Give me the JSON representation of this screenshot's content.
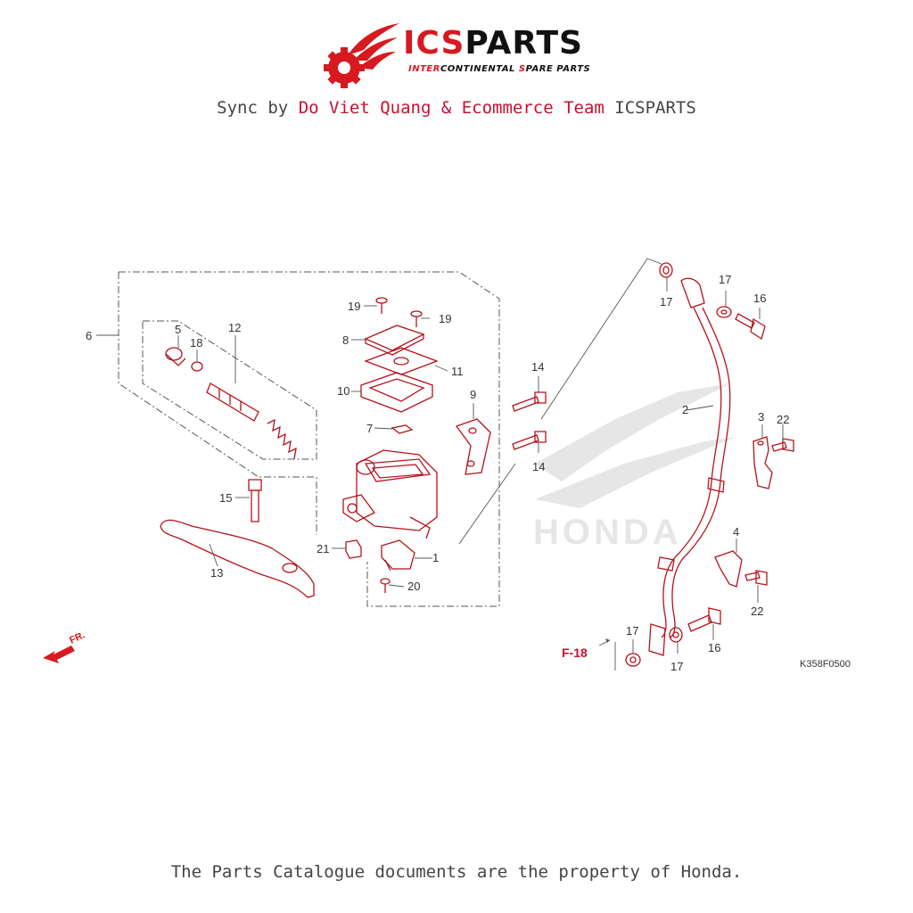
{
  "header": {
    "brand_red": "ICS",
    "brand_dark": "PARTS",
    "tagline_parts": [
      "INTER",
      "CONTINENTAL ",
      "S",
      "PARE PARTS"
    ],
    "sync_prefix": "Sync by ",
    "sync_author": "Do Viet Quang & Ecommerce Team",
    "sync_suffix": " ICSPARTS"
  },
  "diagram": {
    "code": "K358F0500",
    "front_label": "FR.",
    "ref": "F-18",
    "watermark": "HONDA",
    "callouts": {
      "c1": "1",
      "c2": "2",
      "c3": "3",
      "c4": "4",
      "c5": "5",
      "c6": "6",
      "c7": "7",
      "c8": "8",
      "c9": "9",
      "c10": "10",
      "c11": "11",
      "c12": "12",
      "c13": "13",
      "c14a": "14",
      "c14b": "14",
      "c15": "15",
      "c16a": "16",
      "c16b": "16",
      "c17a": "17",
      "c17b": "17",
      "c17c": "17",
      "c17d": "17",
      "c18": "18",
      "c19a": "19",
      "c19b": "19",
      "c20": "20",
      "c21": "21",
      "c22a": "22",
      "c22b": "22"
    }
  },
  "footer": {
    "text": "The Parts Catalogue documents are the property of Honda."
  },
  "colors": {
    "brand_red": "#d71920",
    "diagram_red": "#b5121b",
    "text_gray": "#444444"
  }
}
